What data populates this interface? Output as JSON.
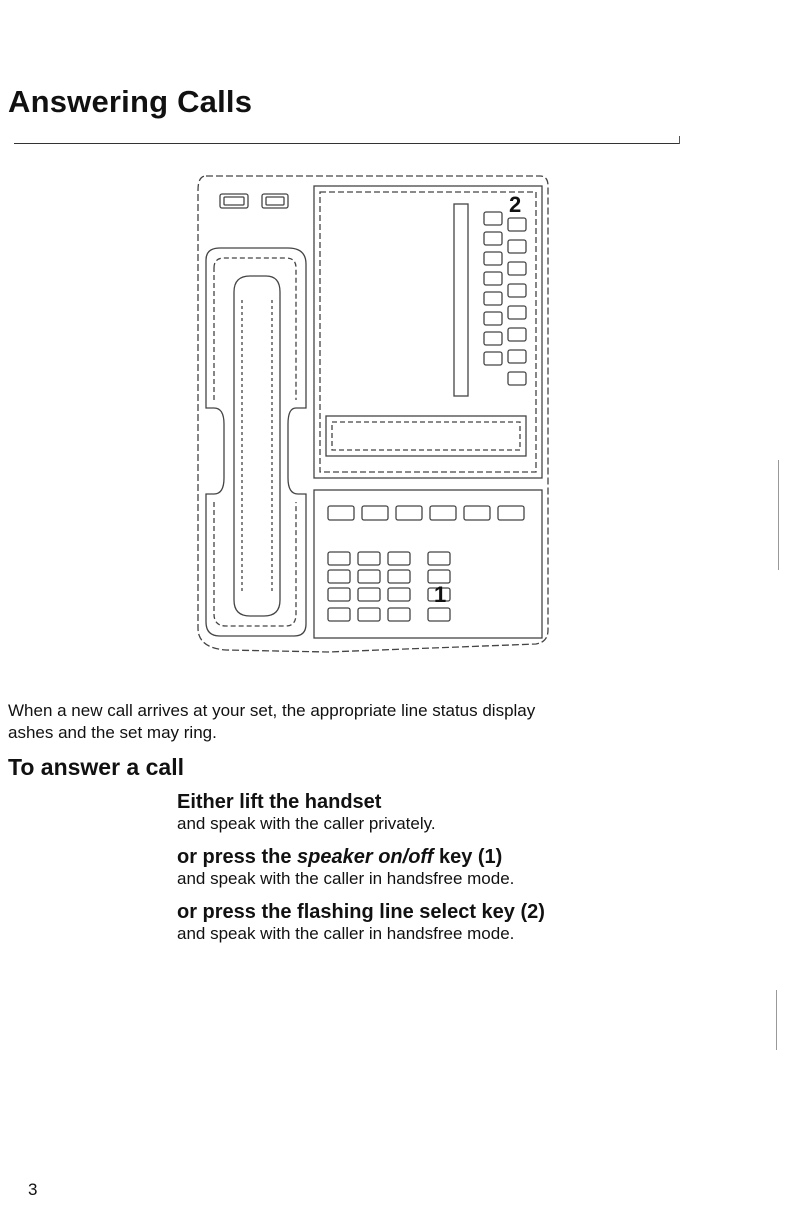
{
  "page": {
    "title": "Answering Calls",
    "intro_line1": "When a new call arrives at your set, the appropriate line status display",
    "intro_line2": "ashes and the set may ring.",
    "section_heading": "To answer a call",
    "page_number": "3"
  },
  "figure": {
    "callout_1": "1",
    "callout_2": "2"
  },
  "steps": [
    {
      "title": "Either lift the handset",
      "desc": "and speak with the caller privately."
    },
    {
      "title_prefix": "or press the ",
      "title_em": "speaker on/off",
      "title_suffix": " key (1)",
      "desc": "and speak with the caller in handsfree mode."
    },
    {
      "title": "or press the flashing line select key (2)",
      "desc": "and speak with the caller in handsfree mode."
    }
  ]
}
